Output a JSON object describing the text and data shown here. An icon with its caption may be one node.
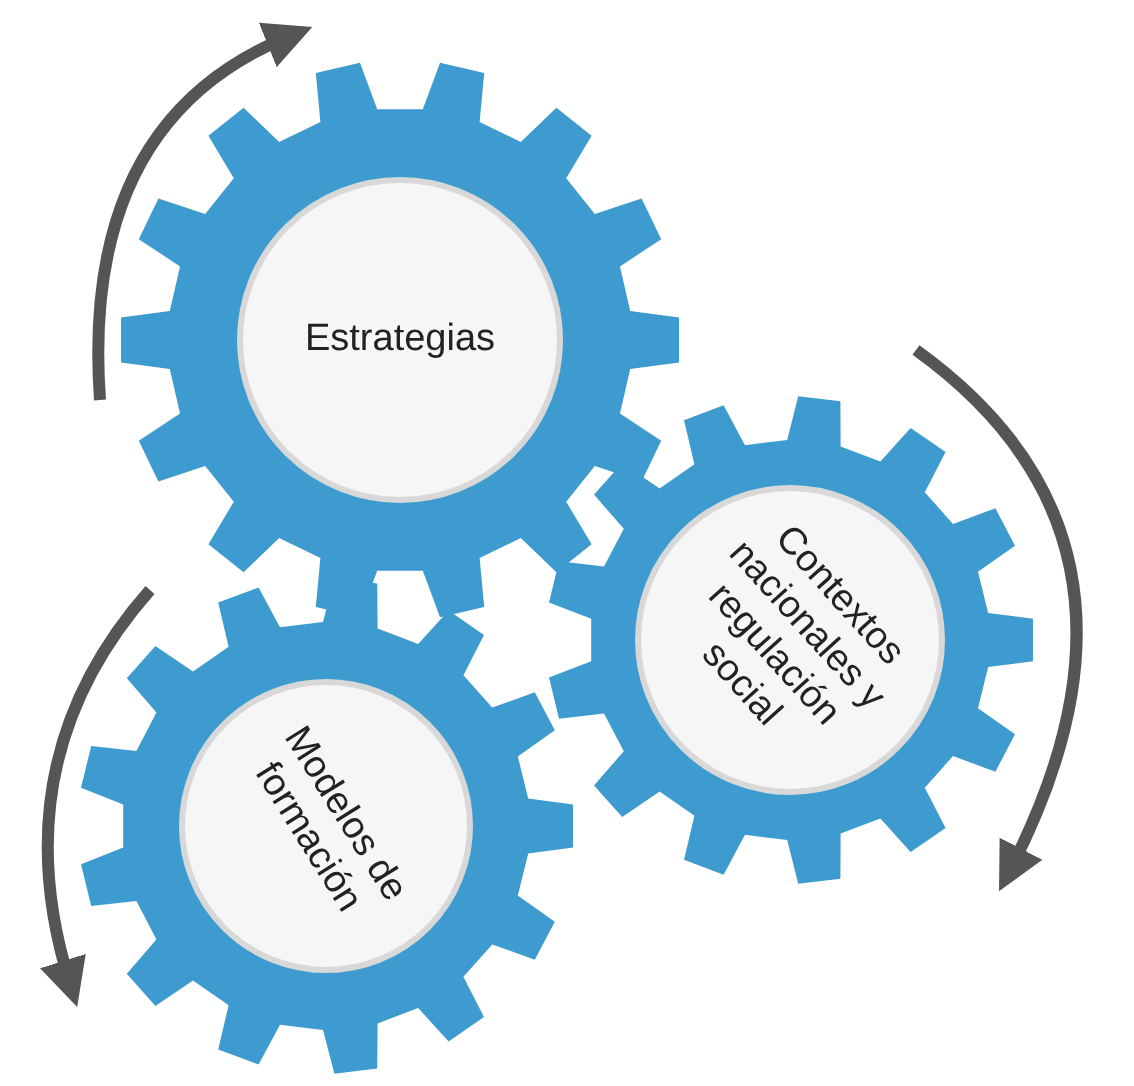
{
  "diagram": {
    "nodes": [
      {
        "text": [
          "Estrategias"
        ]
      },
      {
        "text": [
          "Contextos nacionales y regulación social"
        ]
      },
      {
        "text": [
          "Modelos de formación"
        ]
      }
    ]
  }
}
